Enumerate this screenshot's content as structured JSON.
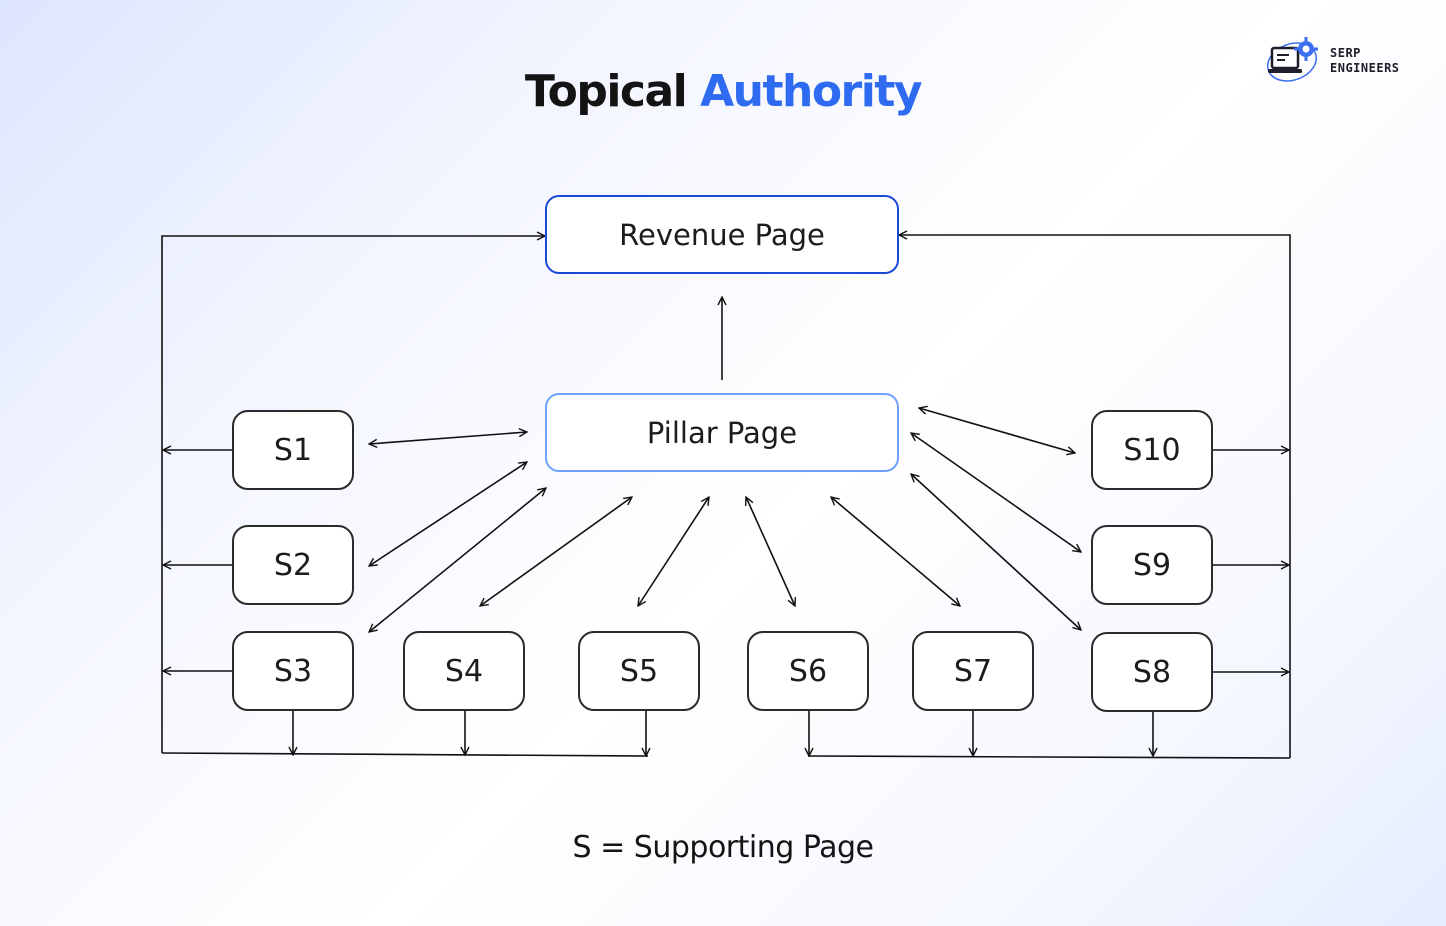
{
  "title": {
    "word1": "Topical",
    "word2": "Authority"
  },
  "logo": {
    "line1": "SERP",
    "line2": "ENGINEERS"
  },
  "nodes": {
    "revenue": "Revenue Page",
    "pillar": "Pillar Page",
    "supporting": [
      "S1",
      "S2",
      "S3",
      "S4",
      "S5",
      "S6",
      "S7",
      "S8",
      "S9",
      "S10"
    ]
  },
  "legend": "S = Supporting Page",
  "colors": {
    "revenue_border": "#1a49d8",
    "pillar_border": "#6ea2ff",
    "title_accent": "#2f6bf0"
  }
}
